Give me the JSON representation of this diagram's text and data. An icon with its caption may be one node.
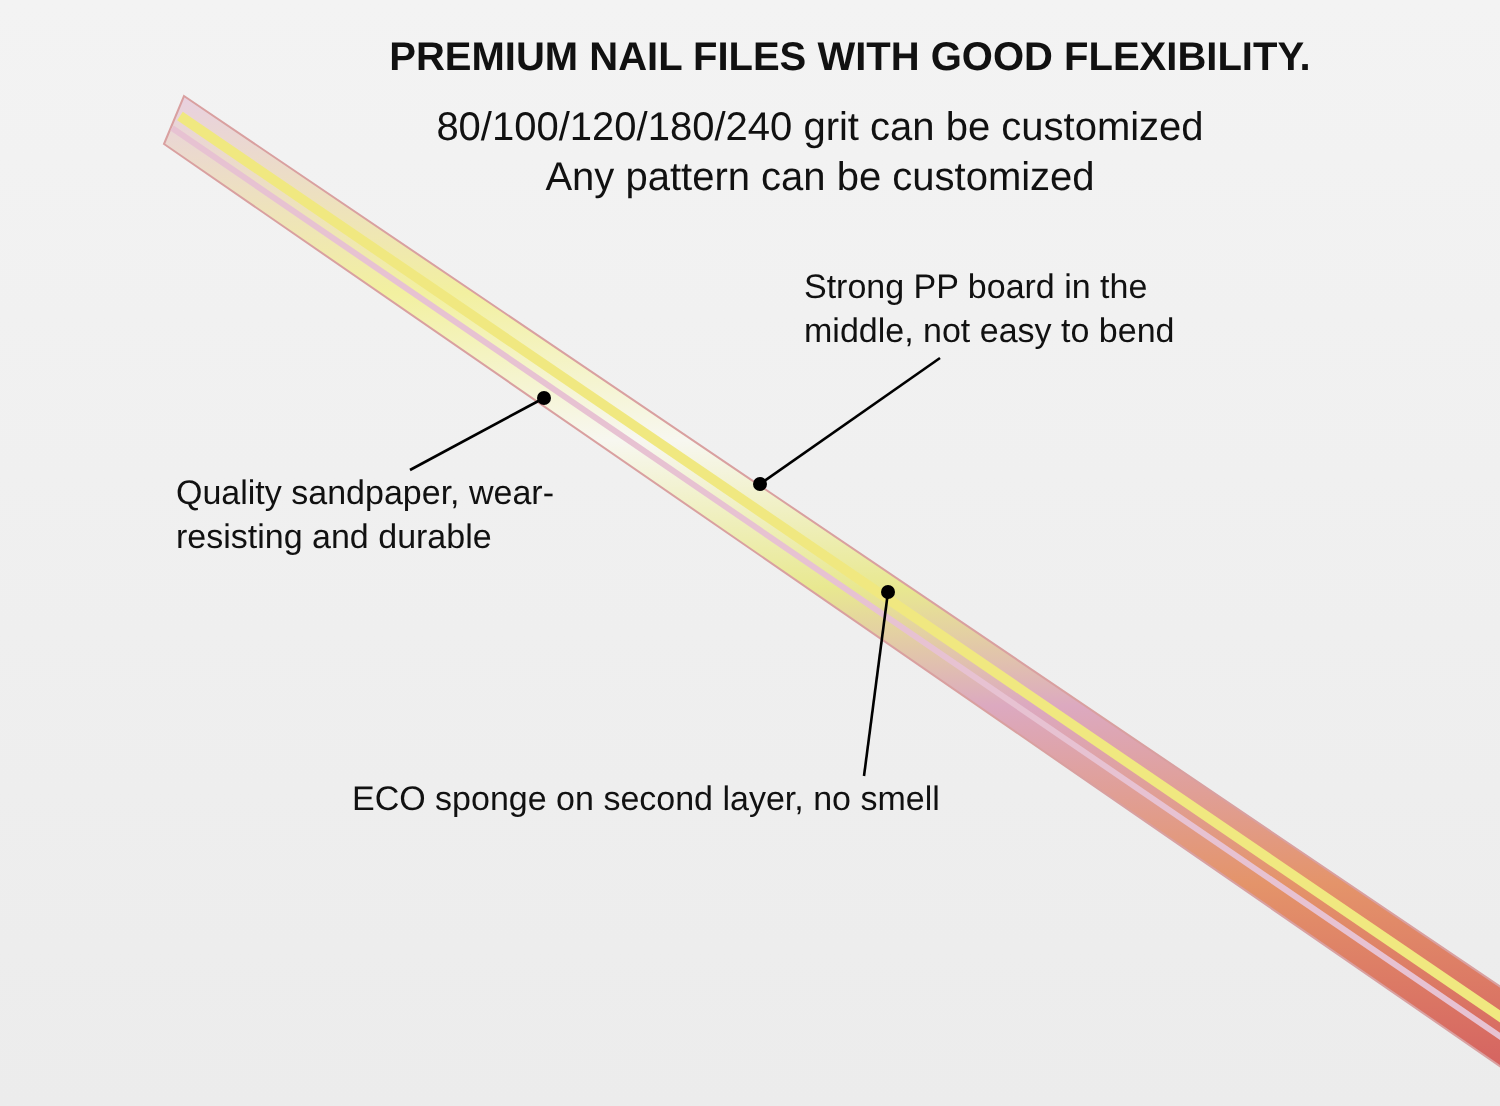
{
  "diagram": {
    "title": "PREMIUM NAIL FILES WITH GOOD FLEXIBILITY.",
    "nodes": [
      {
        "text": [
          "Strong PP board in the middle, not easy to bend"
        ]
      },
      {
        "text": [
          "Quality sandpaper, wear-resisting and durable"
        ]
      },
      {
        "text": [
          "ECO sponge on second layer, no smell"
        ]
      }
    ],
    "edges": [
      {
        "from": 0,
        "to": null,
        "arrow": "other"
      },
      {
        "from": 1,
        "to": null,
        "arrow": "other"
      },
      {
        "from": 2,
        "to": null,
        "arrow": "other"
      }
    ],
    "labels": [
      "80/100/120/180/240 grit can be customized",
      "Any pattern can be customized"
    ]
  }
}
